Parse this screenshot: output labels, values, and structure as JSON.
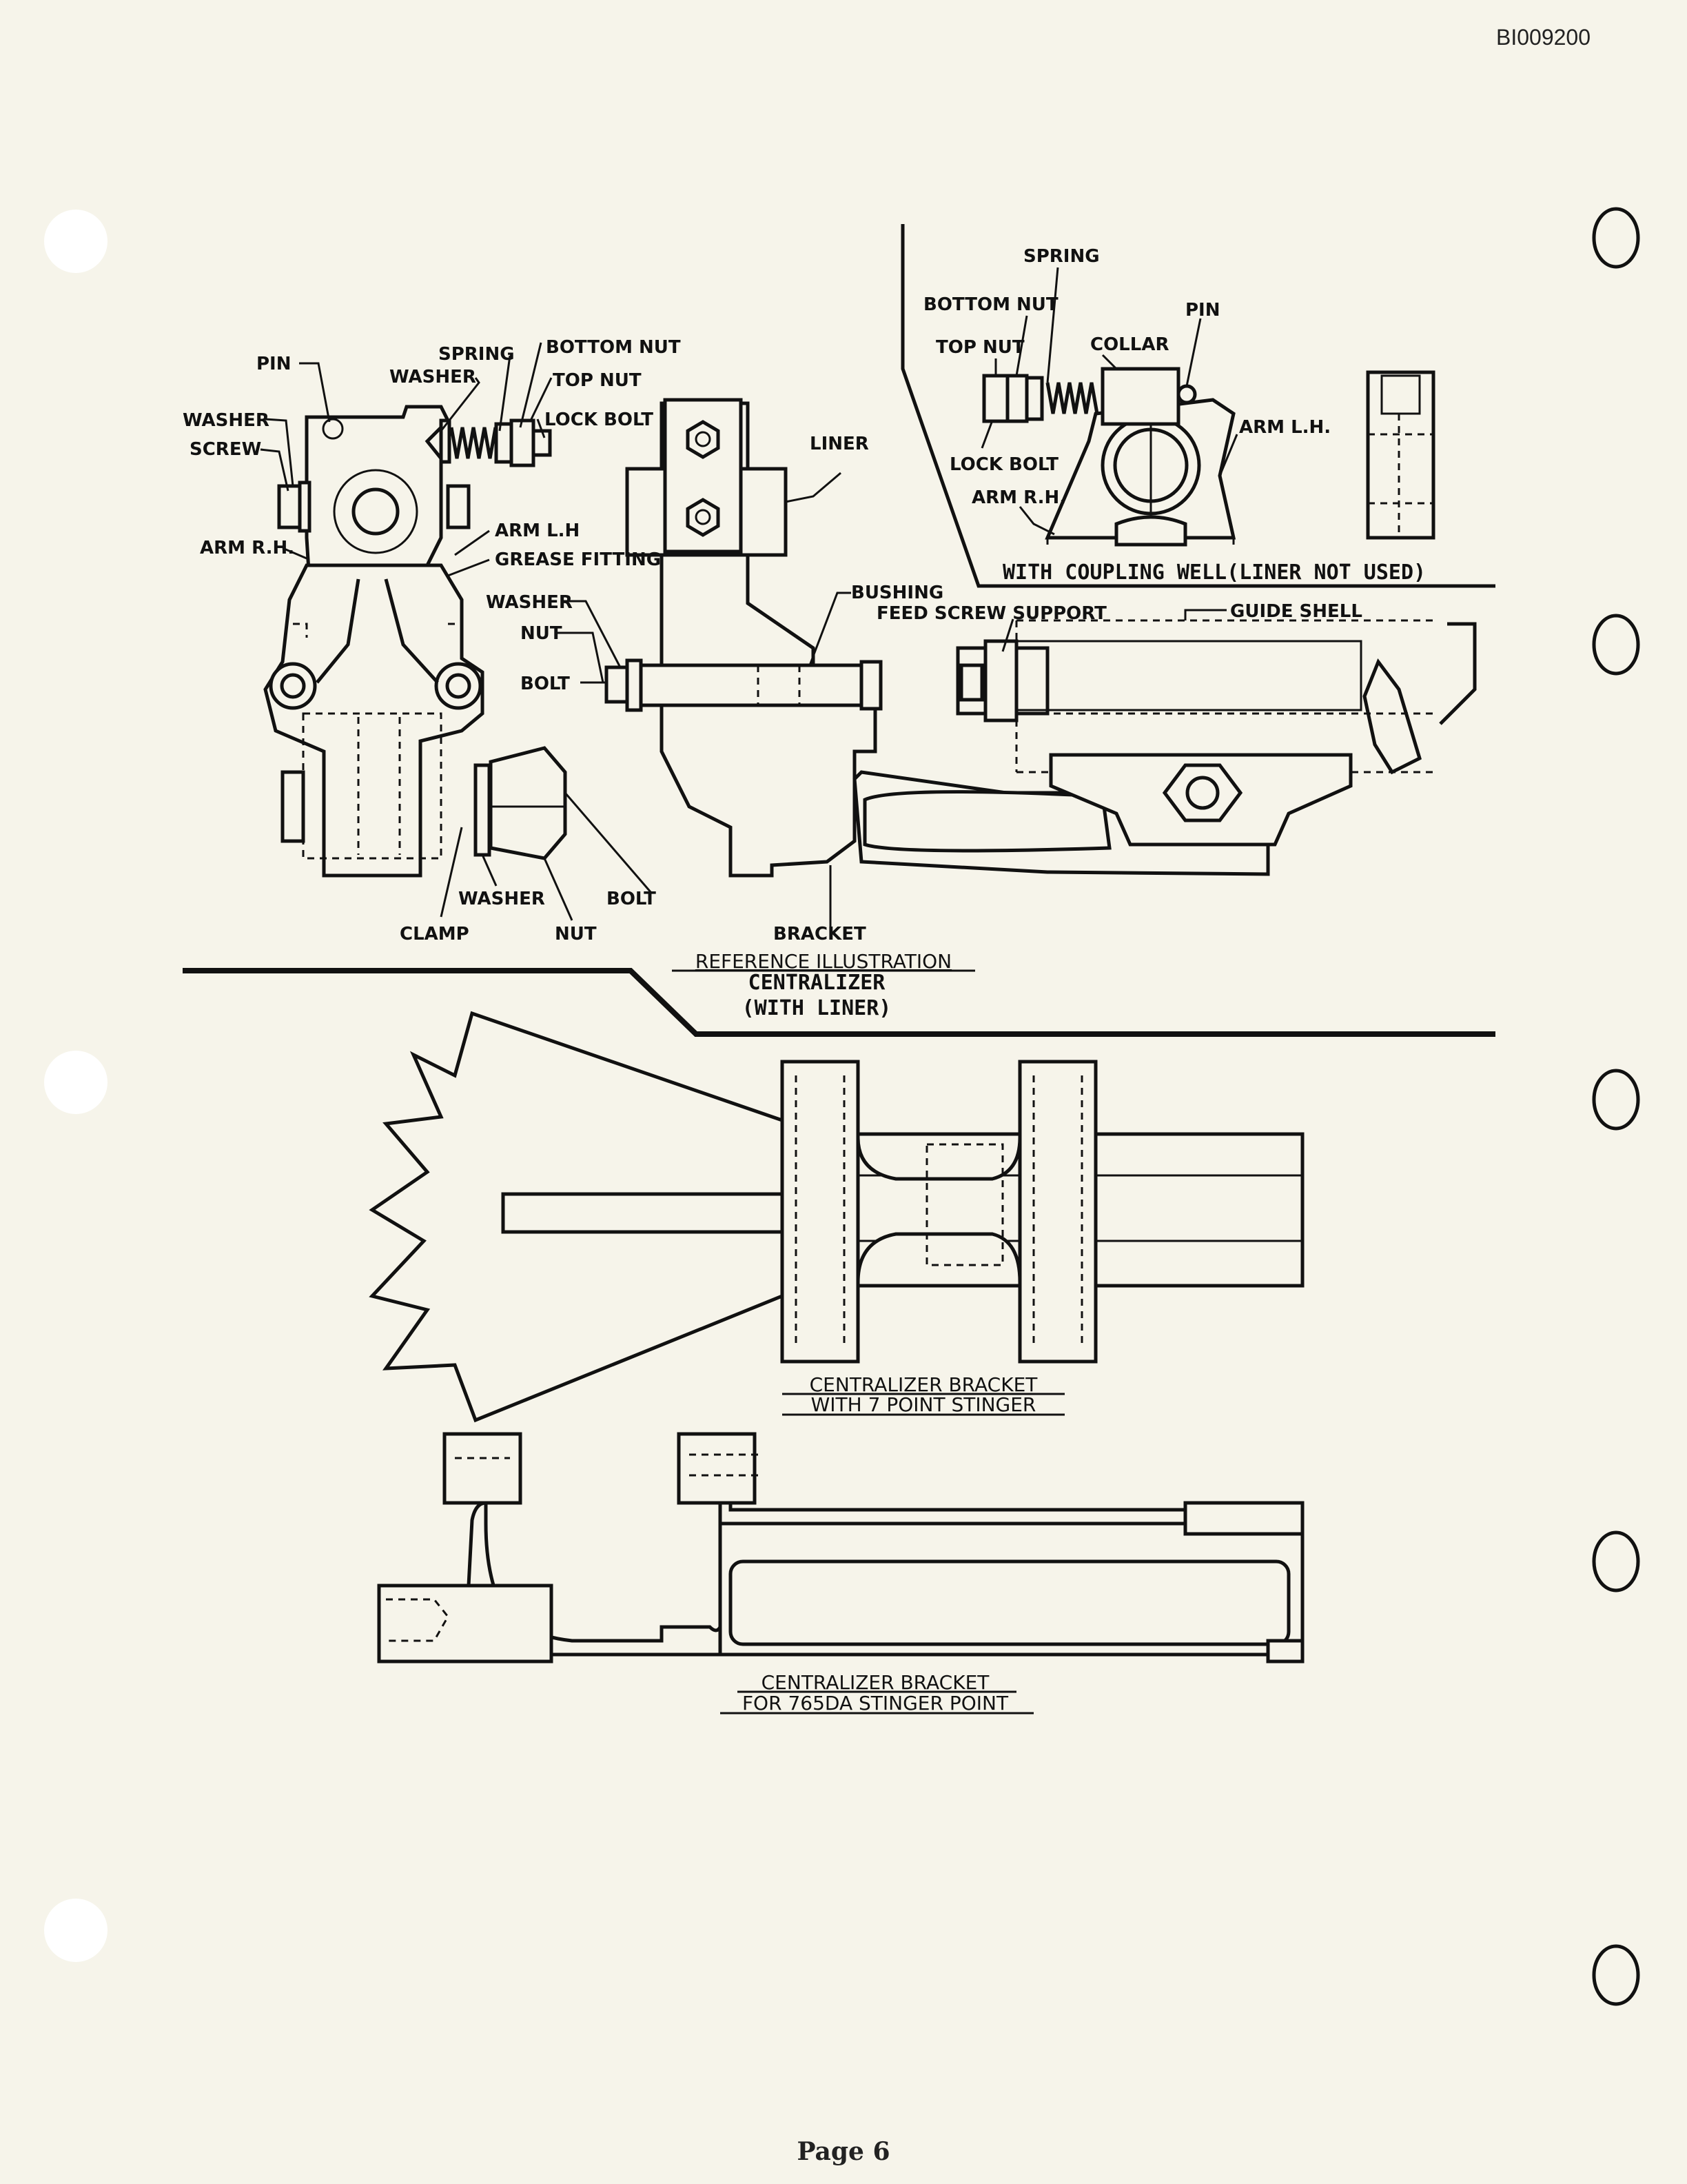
{
  "doc_id": "BI009200",
  "page": "Page 6",
  "reference_labels": {
    "pin": "PIN",
    "washer_top": "WASHER",
    "spring": "SPRING",
    "bottom_nut": "BOTTOM NUT",
    "top_nut": "TOP NUT",
    "lock_bolt": "LOCK BOLT",
    "washer_left": "WASHER",
    "screw": "SCREW",
    "arm_rh": "ARM R.H.",
    "arm_lh": "ARM L.H",
    "grease_fitting": "GREASE FITTING",
    "washer_mid": "WASHER",
    "nut_mid": "NUT",
    "bolt_mid": "BOLT",
    "clamp": "CLAMP",
    "washer_bottom": "WASHER",
    "nut_bottom": "NUT",
    "bolt_bottom": "BOLT",
    "liner": "LINER",
    "bushing": "BUSHING",
    "feed_screw_support": "FEED SCREW SUPPORT",
    "guide_shell": "GUIDE SHELL",
    "bracket": "BRACKET"
  },
  "inset_labels": {
    "spring": "SPRING",
    "bottom_nut": "BOTTOM NUT",
    "pin": "PIN",
    "top_nut": "TOP NUT",
    "collar": "COLLAR",
    "lock_bolt": "LOCK BOLT",
    "arm_lh": "ARM L.H.",
    "arm_rh": "ARM R.H.",
    "caption": "WITH COUPLING WELL(LINER NOT USED)"
  },
  "captions": {
    "reference_line1": "REFERENCE ILLUSTRATION",
    "reference_line2": "CENTRALIZER",
    "reference_line3": "(WITH LINER)",
    "stinger7_line1": "CENTRALIZER BRACKET",
    "stinger7_line2": "WITH 7 POINT STINGER",
    "stinger765_line1": "CENTRALIZER BRACKET",
    "stinger765_line2": "FOR 765DA STINGER POINT"
  }
}
